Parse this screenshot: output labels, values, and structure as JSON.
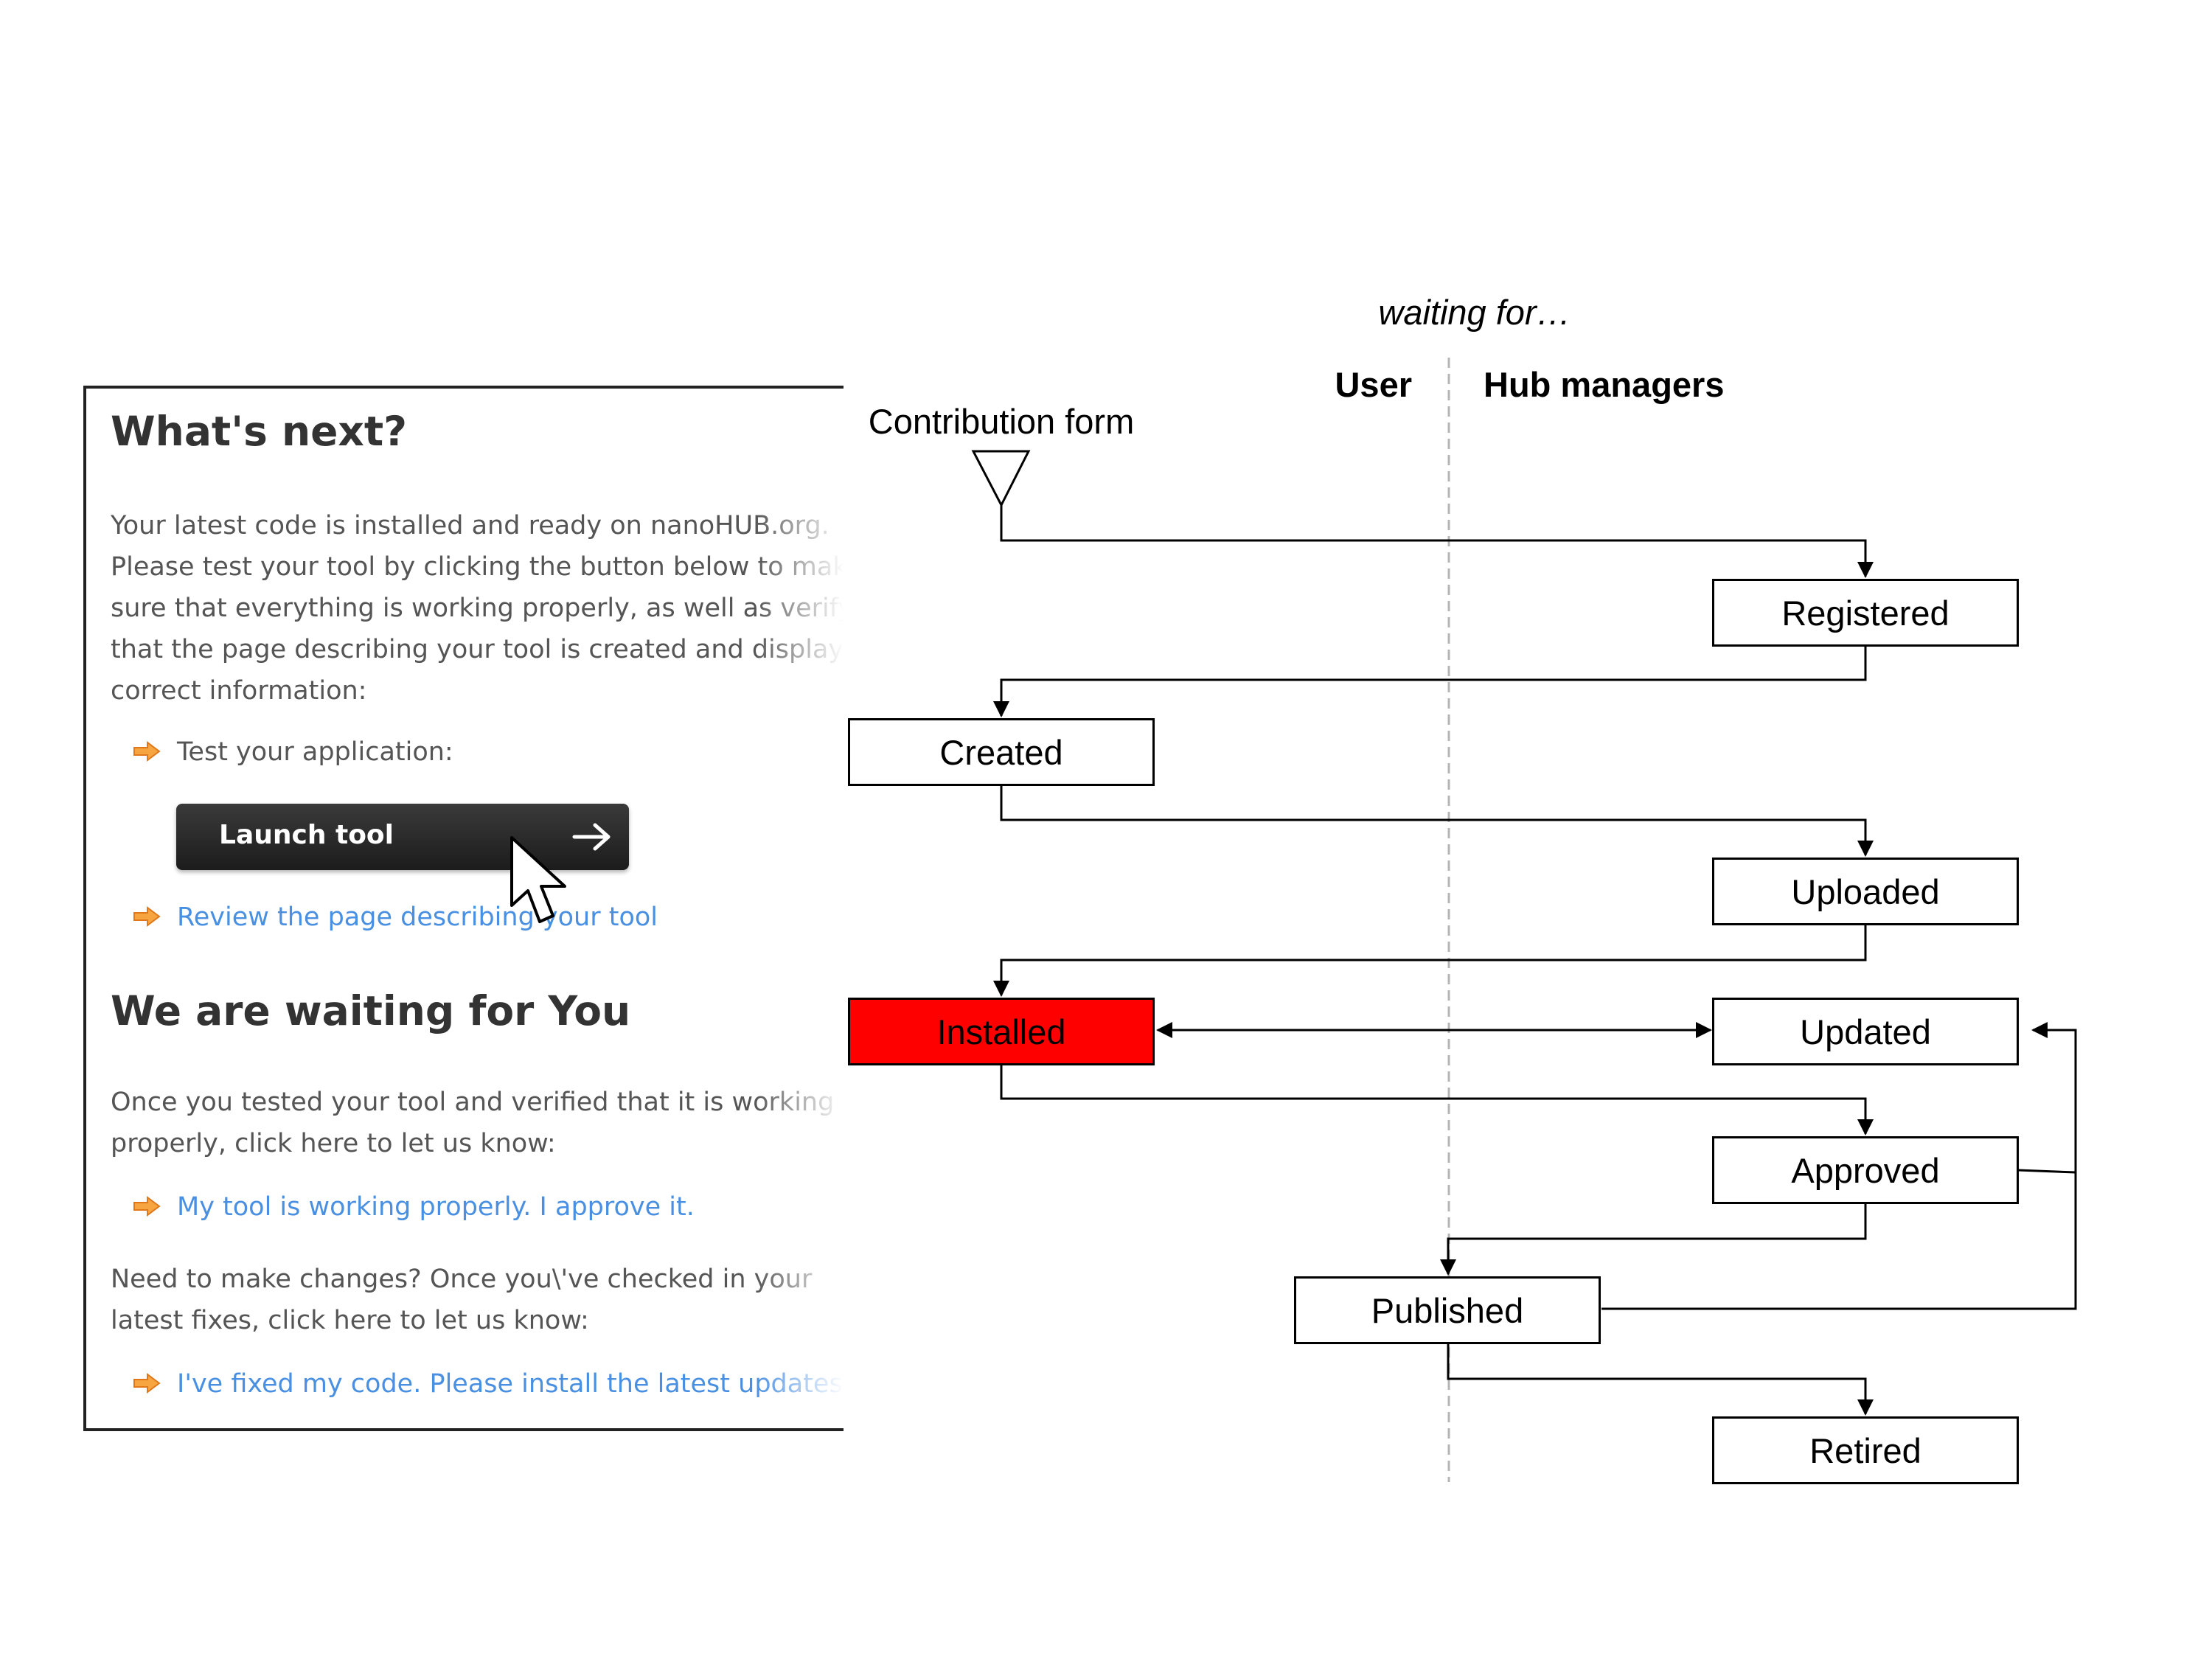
{
  "panel": {
    "whats_next_title": "What's next?",
    "intro_lines": [
      "Your latest code is installed and ready on nanoHUB.org.",
      "Please test your tool by clicking the button below to make",
      "sure that everything is working properly, as well as verify",
      "that the page describing your tool is created and displays",
      "correct information:"
    ],
    "test_label": "Test your application:",
    "launch_button_label": "Launch tool",
    "review_link": "Review the page describing your tool",
    "waiting_title": "We are waiting for You",
    "tested_lines": [
      "Once you tested your tool and verified that it is working",
      "properly, click here to let us know:"
    ],
    "approve_link": "My tool is working properly. I approve it.",
    "changes_lines": [
      "Need to make changes? Once you\\'ve checked in your",
      "latest fixes, click here to let us know:"
    ],
    "fixed_link": "I've fixed my code. Please install the latest updates.",
    "link_color": "#4a90e2",
    "bullet_icon": "orange-arrow-icon"
  },
  "diagram": {
    "waiting_for": "waiting for…",
    "user_label": "User",
    "hub_managers_label": "Hub managers",
    "start_label": "Contribution form",
    "states": {
      "registered": "Registered",
      "created": "Created",
      "uploaded": "Uploaded",
      "installed": "Installed",
      "updated": "Updated",
      "approved": "Approved",
      "published": "Published",
      "retired": "Retired"
    },
    "highlight_color": "#ff0000"
  }
}
